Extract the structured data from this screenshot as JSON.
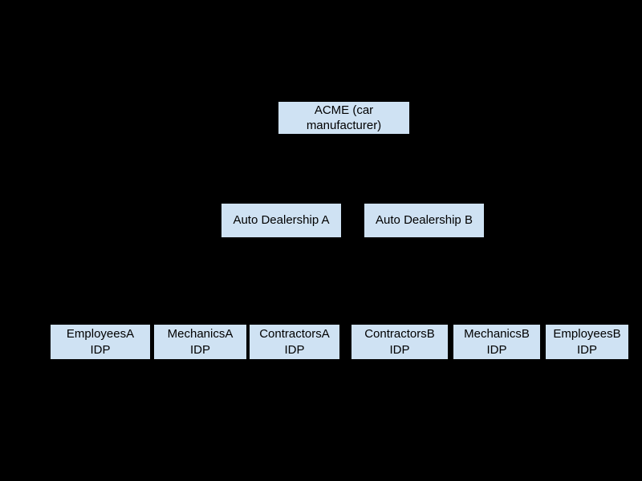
{
  "diagram": {
    "colors": {
      "background": "#000000",
      "node_fill": "#cfe2f3",
      "node_text": "#000000"
    },
    "nodes": {
      "acme": {
        "label": "ACME (car\nmanufacturer)"
      },
      "dealership_a": {
        "label": "Auto Dealership A"
      },
      "dealership_b": {
        "label": "Auto Dealership B"
      },
      "employees_a": {
        "label": "EmployeesA\nIDP"
      },
      "mechanics_a": {
        "label": "MechanicsA\nIDP"
      },
      "contractors_a": {
        "label": "ContractorsA\nIDP"
      },
      "contractors_b": {
        "label": "ContractorsB\nIDP"
      },
      "mechanics_b": {
        "label": "MechanicsB\nIDP"
      },
      "employees_b": {
        "label": "EmployeesB\nIDP"
      }
    }
  }
}
